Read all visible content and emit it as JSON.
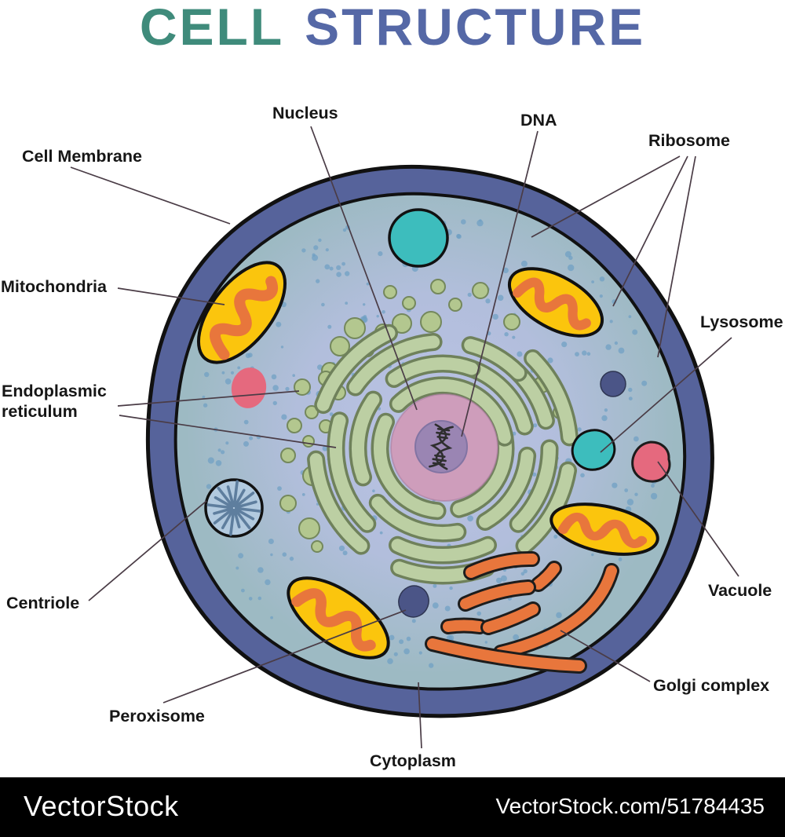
{
  "title": {
    "word1": "CELL",
    "word2": "STRUCTURE"
  },
  "labels": {
    "cell_membrane": "Cell Membrane",
    "nucleus": "Nucleus",
    "dna": "DNA",
    "ribosome": "Ribosome",
    "mitochondria": "Mitochondria",
    "lysosome": "Lysosome",
    "endoplasmic_reticulum": "Endoplasmic reticulum",
    "centriole": "Centriole",
    "vacuole": "Vacuole",
    "peroxisome": "Peroxisome",
    "golgi_complex": "Golgi complex",
    "cytoplasm": "Cytoplasm"
  },
  "watermark": {
    "logo": "VectorStock",
    "credit": "VectorStock.com/51784435"
  },
  "colors": {
    "title_teal": "#3F8B7B",
    "title_blue": "#5568A6",
    "label": "#161616",
    "leader": "#4A3C46",
    "membrane": "#56639B",
    "outline": "#111111",
    "cyto_center": "#BAC2E4",
    "cyto_mid": "#B2BEDC",
    "cyto_edge": "#9DBAC3",
    "speckle": "#6FA0C4",
    "vesicle": "#B3C78F",
    "vesicle_edge": "#74885C",
    "er": "#BCCFA3",
    "er_edge": "#6F815B",
    "nucleus": "#CE9DBB",
    "nucleus_edge": "#A87A9C",
    "nucleolus": "#9A85B3",
    "nucleolus_edge": "#8274A3",
    "dna": "#2E2E2E",
    "mito_body": "#FBC50D",
    "mito_wave": "#E8763C",
    "teal_organelle": "#3DBDBD",
    "pink_organelle": "#E5697E",
    "navy_organelle": "#4B5587",
    "centriole_fill": "#B2CADF",
    "centriole_spoke": "#5E7E9E",
    "golgi": "#E8763C",
    "watermark_bg": "#000000",
    "watermark_text": "#FFFFFF"
  }
}
